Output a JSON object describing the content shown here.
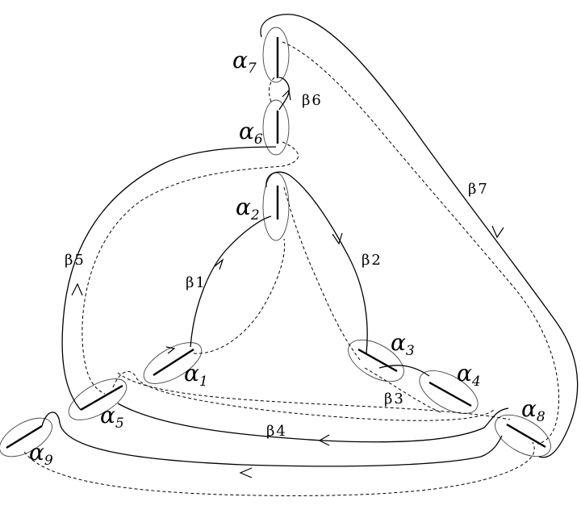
{
  "alphas": [
    {
      "id": "a1",
      "symbol": "α",
      "sub": "1"
    },
    {
      "id": "a2",
      "symbol": "α",
      "sub": "2"
    },
    {
      "id": "a3",
      "symbol": "α",
      "sub": "3"
    },
    {
      "id": "a4",
      "symbol": "α",
      "sub": "4"
    },
    {
      "id": "a5",
      "symbol": "α",
      "sub": "5"
    },
    {
      "id": "a6",
      "symbol": "α",
      "sub": "6"
    },
    {
      "id": "a7",
      "symbol": "α",
      "sub": "7"
    },
    {
      "id": "a8",
      "symbol": "α",
      "sub": "8"
    },
    {
      "id": "a9",
      "symbol": "α",
      "sub": "9"
    }
  ],
  "betas": [
    {
      "id": "b1",
      "symbol": "β",
      "sub": "1"
    },
    {
      "id": "b2",
      "symbol": "β",
      "sub": "2"
    },
    {
      "id": "b3",
      "symbol": "β",
      "sub": "3"
    },
    {
      "id": "b4",
      "symbol": "β",
      "sub": "4"
    },
    {
      "id": "b5",
      "symbol": "β",
      "sub": "5"
    },
    {
      "id": "b6",
      "symbol": "β",
      "sub": "6"
    },
    {
      "id": "b7",
      "symbol": "β",
      "sub": "7"
    }
  ]
}
